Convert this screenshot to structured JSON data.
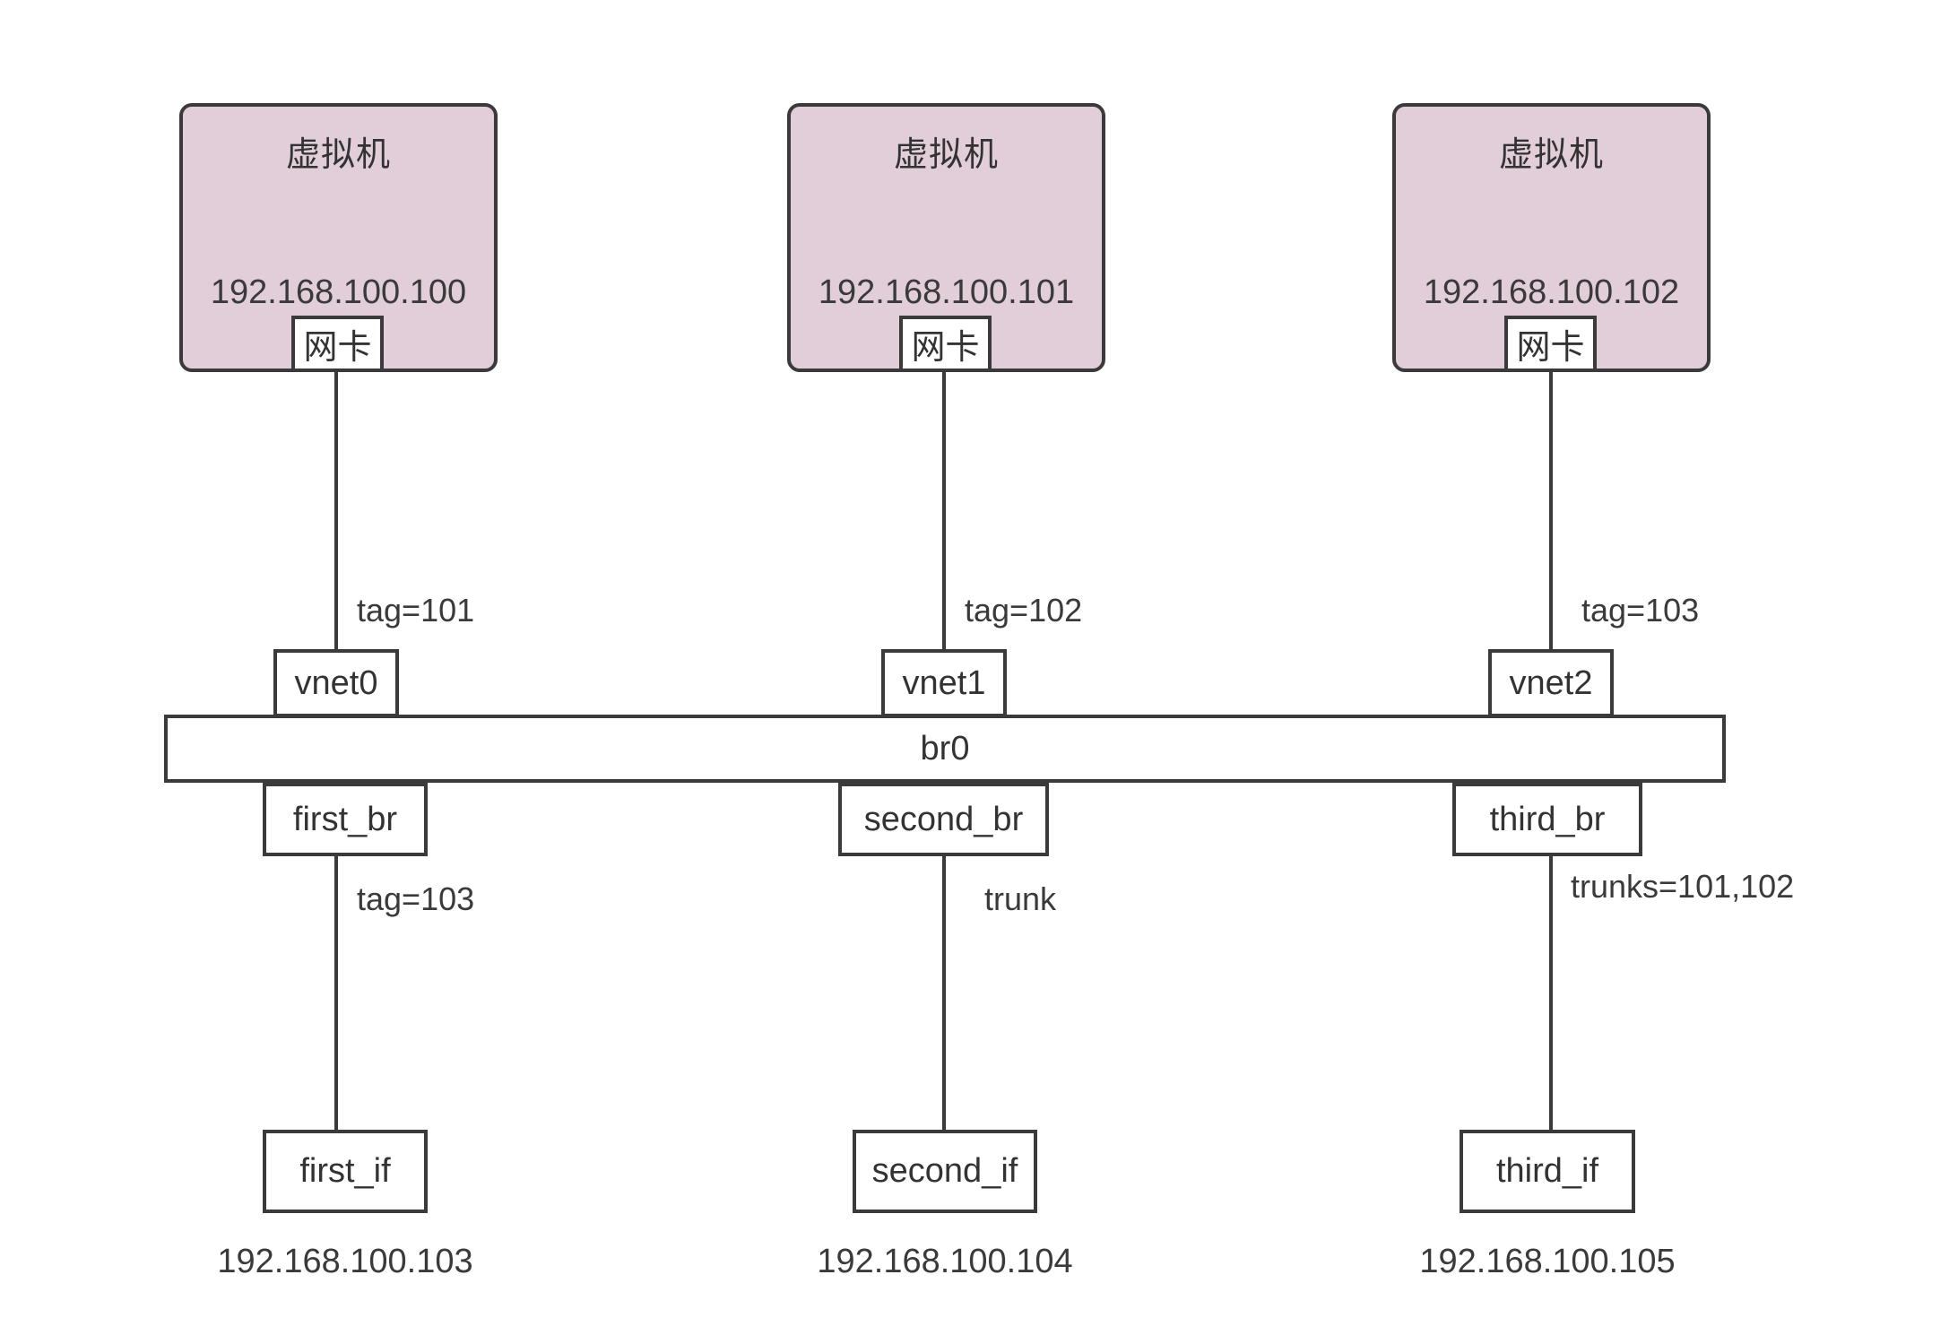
{
  "diagram": {
    "title": "Open vSwitch VLAN bridge topology",
    "background": "#ffffff",
    "vm_fill": "#e1ced8",
    "stroke": "#3a3a3a",
    "bridge": {
      "label": "br0"
    },
    "columns": [
      {
        "vm_title": "虚拟机",
        "vm_ip": "192.168.100.100",
        "nic_label": "网卡",
        "uplink_label": "tag=101",
        "vnet_label": "vnet0",
        "port_label": "first_br",
        "downlink_label": "tag=103",
        "if_label": "first_if",
        "if_ip": "192.168.100.103"
      },
      {
        "vm_title": "虚拟机",
        "vm_ip": "192.168.100.101",
        "nic_label": "网卡",
        "uplink_label": "tag=102",
        "vnet_label": "vnet1",
        "port_label": "second_br",
        "downlink_label": "trunk",
        "if_label": "second_if",
        "if_ip": "192.168.100.104"
      },
      {
        "vm_title": "虚拟机",
        "vm_ip": "192.168.100.102",
        "nic_label": "网卡",
        "uplink_label": "tag=103",
        "vnet_label": "vnet2",
        "port_label": "third_br",
        "downlink_label": "trunks=101,102",
        "if_label": "third_if",
        "if_ip": "192.168.100.105"
      }
    ]
  }
}
